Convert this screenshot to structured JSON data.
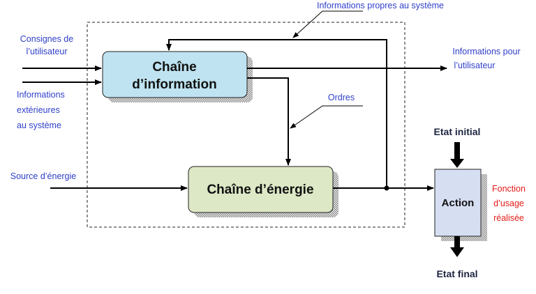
{
  "blocks": {
    "info_chain": {
      "line1": "Chaîne",
      "line2": "d’information"
    },
    "energy_chain": {
      "label": "Chaîne d’énergie"
    },
    "action": {
      "label": "Action"
    }
  },
  "labels": {
    "system_info": "Informations propres au système",
    "user_instructions": [
      "Consignes de",
      "l’utilisateur"
    ],
    "external_info": [
      "Informations",
      "extérieures",
      "au système"
    ],
    "orders": "Ordres",
    "user_info": [
      "Informations pour",
      "l’utilisateur"
    ],
    "energy_source": "Source d’énergie",
    "initial_state": "Etat initial",
    "final_state": "Etat final",
    "function": [
      "Fonction",
      "d’usage",
      "réalisée"
    ]
  },
  "colors": {
    "label_blue": "#2F3FC9",
    "label_red": "#E41B17",
    "info_fill": "#BFE3F0",
    "energy_fill": "#DDE8C6",
    "action_fill": "#D6DEF2"
  }
}
